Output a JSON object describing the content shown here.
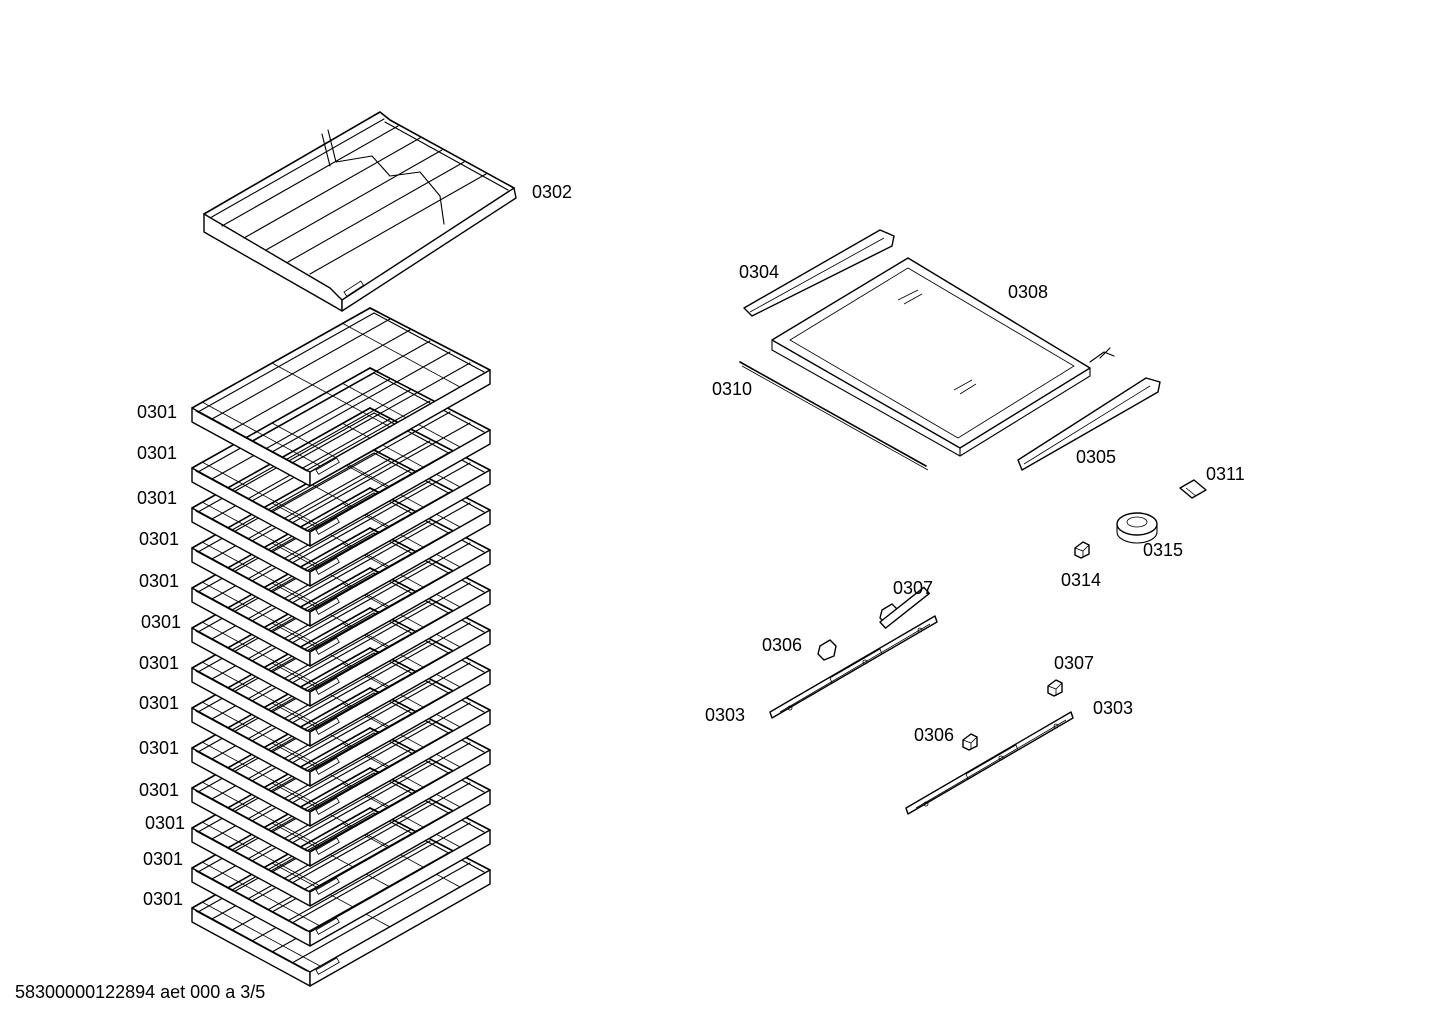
{
  "footer": {
    "doc_id": "58300000122894 aet 000 a 3/5"
  },
  "labels": {
    "shelf_top": "0302",
    "shelf_stack": [
      "0301",
      "0301",
      "0301",
      "0301",
      "0301",
      "0301",
      "0301",
      "0301",
      "0301",
      "0301",
      "0301",
      "0301",
      "0301"
    ],
    "rail_left_top": "0304",
    "glass_shelf": "0308",
    "rod": "0310",
    "rail_right_top": "0305",
    "part_0311": "0311",
    "part_0315": "0315",
    "part_0314": "0314",
    "slide_a_stop_front": "0307",
    "slide_a_stop_rear": "0306",
    "slide_a": "0303",
    "slide_b_stop_front": "0307",
    "slide_b_stop_rear": "0306",
    "slide_b": "0303"
  }
}
